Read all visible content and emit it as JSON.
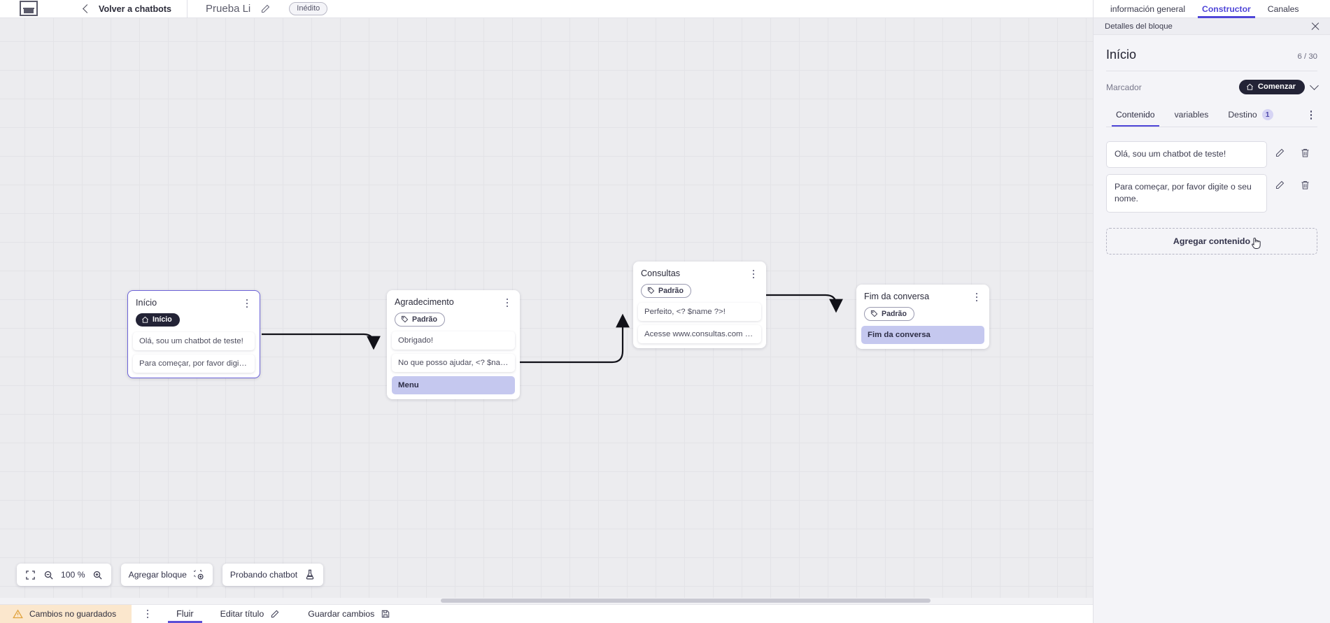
{
  "topbar": {
    "logo_icon": "app-logo-icon",
    "back_icon": "chevron-left-icon",
    "back_label": "Volver a chatbots",
    "bot_title": "Prueba Li",
    "edit_icon": "pencil-icon",
    "status_badge": "Inédito"
  },
  "canvas": {
    "nodes": [
      {
        "title": "Início",
        "tag": "Início",
        "tag_type": "start",
        "tag_icon": "home-icon",
        "selected": true,
        "items": [
          {
            "text": "Olá, sou um chatbot de teste!",
            "highlight": false
          },
          {
            "text": "Para começar, por favor digite o ...",
            "highlight": false
          }
        ]
      },
      {
        "title": "Agradecimento",
        "tag": "Padrão",
        "tag_type": "default",
        "tag_icon": "tag-icon",
        "selected": false,
        "items": [
          {
            "text": "Obrigado!",
            "highlight": false
          },
          {
            "text": "No que posso ajudar, <? $name ...",
            "highlight": false
          },
          {
            "text": "Menu",
            "highlight": true
          }
        ]
      },
      {
        "title": "Consultas",
        "tag": "Padrão",
        "tag_type": "default",
        "tag_icon": "tag-icon",
        "selected": false,
        "items": [
          {
            "text": "Perfeito, <? $name ?>!",
            "highlight": false
          },
          {
            "text": "Acesse www.consultas.com par...",
            "highlight": false
          }
        ]
      },
      {
        "title": "Fim da conversa",
        "tag": "Padrão",
        "tag_type": "default",
        "tag_icon": "tag-icon",
        "selected": false,
        "items": [
          {
            "text": "Fim da conversa",
            "highlight": true
          }
        ]
      }
    ]
  },
  "toolbar": {
    "fit_icon": "fit-screen-icon",
    "zoom_out_icon": "zoom-out-icon",
    "zoom_level": "100 %",
    "zoom_in_icon": "zoom-in-icon",
    "add_block_label": "Agregar bloque",
    "add_block_icon": "add-block-icon",
    "test_chatbot_label": "Probando chatbot",
    "test_chatbot_icon": "flask-icon"
  },
  "statusbar": {
    "warning_icon": "warning-triangle-icon",
    "unsaved_label": "Cambios no guardados",
    "menu_icon": "kebab-menu-icon",
    "flow_tab": "Fluir",
    "edit_title_label": "Editar título",
    "edit_title_icon": "pencil-icon",
    "save_label": "Guardar cambios",
    "save_icon": "save-disk-icon"
  },
  "panel": {
    "tabs": [
      {
        "label": "información general",
        "active": false
      },
      {
        "label": "Constructor",
        "active": true
      },
      {
        "label": "Canales",
        "active": false
      }
    ],
    "subheader": "Detalles del bloque",
    "close_icon": "close-icon",
    "block_title": "Início",
    "block_count": "6 / 30",
    "marker_label": "Marcador",
    "marker_pill": "Comenzar",
    "marker_pill_icon": "home-icon",
    "marker_chevron_icon": "chevron-down-icon",
    "content_tabs": [
      {
        "label": "Contenido",
        "active": true,
        "badge": null
      },
      {
        "label": "variables",
        "active": false,
        "badge": null
      },
      {
        "label": "Destino",
        "active": false,
        "badge": "1"
      }
    ],
    "tab_overflow_icon": "kebab-menu-icon",
    "content_items": [
      {
        "text": "Olá, sou um chatbot de teste!",
        "edit_icon": "pencil-icon",
        "delete_icon": "trash-icon"
      },
      {
        "text": "Para começar, por favor digite o seu nome.",
        "edit_icon": "pencil-icon",
        "delete_icon": "trash-icon"
      }
    ],
    "add_content_label": "Agregar contenido"
  },
  "colors": {
    "accent": "#4f46d8",
    "node_selected_border": "#6c63d8",
    "highlight_item": "#c5c8ef",
    "dark_pill": "#232336",
    "unsaved_bg": "#fbe7cd",
    "canvas_bg": "#ececef"
  }
}
